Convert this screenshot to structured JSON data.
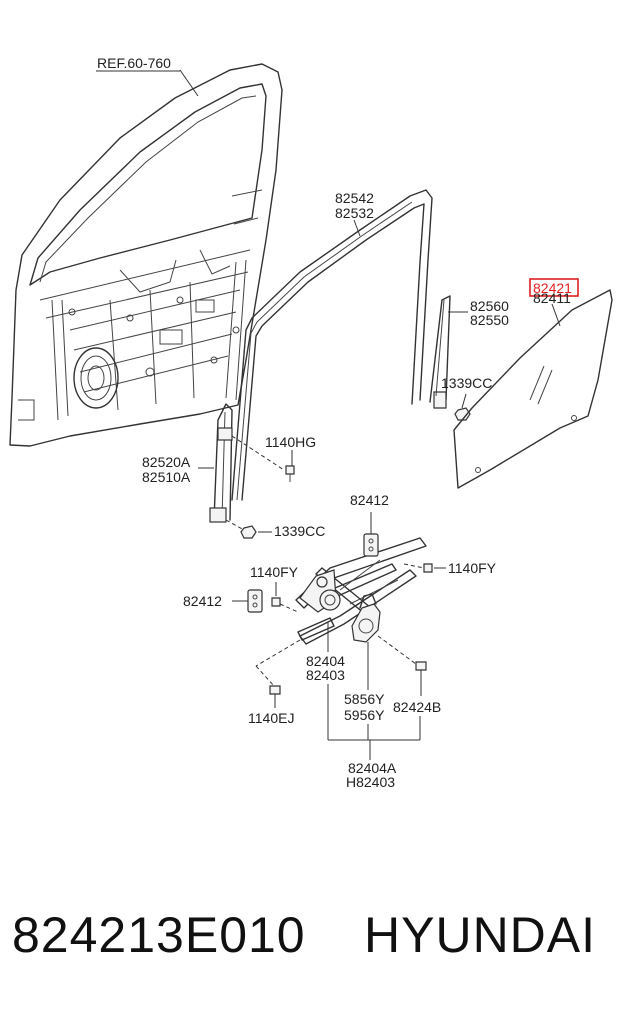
{
  "callouts": {
    "ref": "REF.60-760",
    "weatherstrip_a": "82542",
    "weatherstrip_b": "82532",
    "glass_a": "82421",
    "glass_b": "82411",
    "rear_channel_a": "82560",
    "rear_channel_b": "82550",
    "rear_clip": "1339CC",
    "bolt_upper": "1140HG",
    "front_channel_a": "82520A",
    "front_channel_b": "82510A",
    "front_clip": "1339CC",
    "holder_upper": "82412",
    "bolt_right": "1140FY",
    "bolt_left": "1140FY",
    "holder_left": "82412",
    "regulator_a": "82404",
    "regulator_b": "82403",
    "bolt_lower": "1140EJ",
    "motor_a": "5856Y",
    "motor_b": "5956Y",
    "motor_bolt": "82424B",
    "assembly_a": "82404A",
    "assembly_b": "H82403"
  },
  "highlight_color": "#e02020",
  "caption": {
    "part_number": "824213E010",
    "brand": "HYUNDAI"
  }
}
